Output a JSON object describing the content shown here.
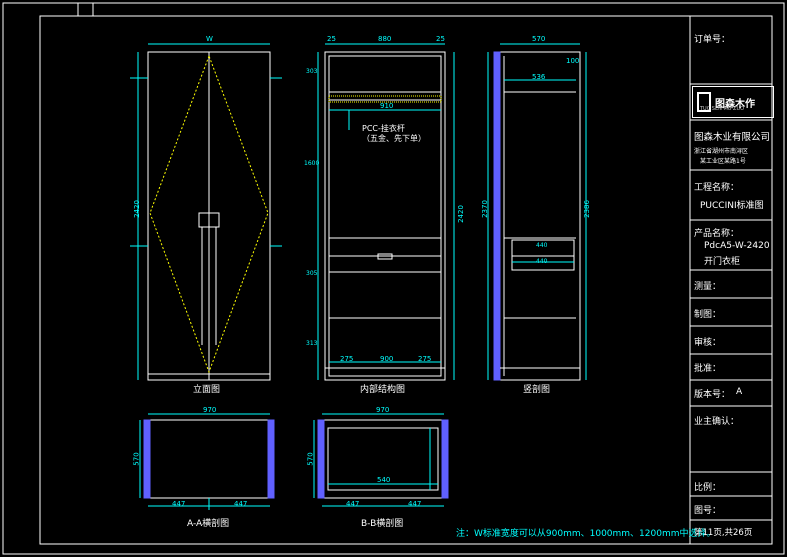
{
  "views": {
    "front": "立面图",
    "internal": "内部结构图",
    "section": "竖剖图",
    "aa": "A-A横剖图",
    "bb": "B-B横剖图"
  },
  "annotations": {
    "rod_line1": "PCC-挂衣杆",
    "rod_line2": "（五金、先下单）",
    "footnote": "注：W标准宽度可以从900mm、1000mm、1200mm中选择。"
  },
  "title_block": {
    "order_no": "订单号：",
    "logo_text": "图森木作",
    "logo_sub": "TUC SEN MU ZUO",
    "company": "图森木业有限公司",
    "addr1": "浙江省湖州市南浔区",
    "addr2": "某工业区某路1号",
    "project_label": "工程名称：",
    "project_value": "PUCCINI标准图",
    "product_label": "产品名称：",
    "product_value1": "PdcA5-W-2420",
    "product_value2": "开门衣柜",
    "drawn": "制图：",
    "measure": "测量：",
    "review": "审核：",
    "approve": "批准：",
    "version_label": "版本号：",
    "version_value": "A",
    "owner_confirm": "业主确认：",
    "scale": "比例：",
    "drawing_no": "图号：",
    "page": "第11页,共26页"
  },
  "dims": {
    "front_w": "W",
    "front_h": "2420",
    "int_top_l": "25",
    "int_top_m": "880",
    "int_top_r": "25",
    "int_inner": "910",
    "int_h": "2420",
    "int_b1": "275",
    "int_b2": "900",
    "int_b3": "275",
    "sec_w": "570",
    "sec_d": "536",
    "sec_100": "100",
    "sec_h1": "2370",
    "sec_h2": "2386",
    "sec_440a": "440",
    "sec_440b": "440",
    "aa_w": "970",
    "aa_d": "570",
    "aa_b1": "447",
    "aa_b2": "447",
    "bb_w": "970",
    "bb_d": "570",
    "bb_inner": "540",
    "bb_b1": "447",
    "bb_b2": "447",
    "left_v": [
      "303",
      "1600",
      "305",
      "313"
    ]
  },
  "colors": {
    "line": "#ffffff",
    "dim": "#00ffff",
    "hatch": "#6060ff",
    "dash": "#ffff00",
    "red": "#ff3030"
  }
}
